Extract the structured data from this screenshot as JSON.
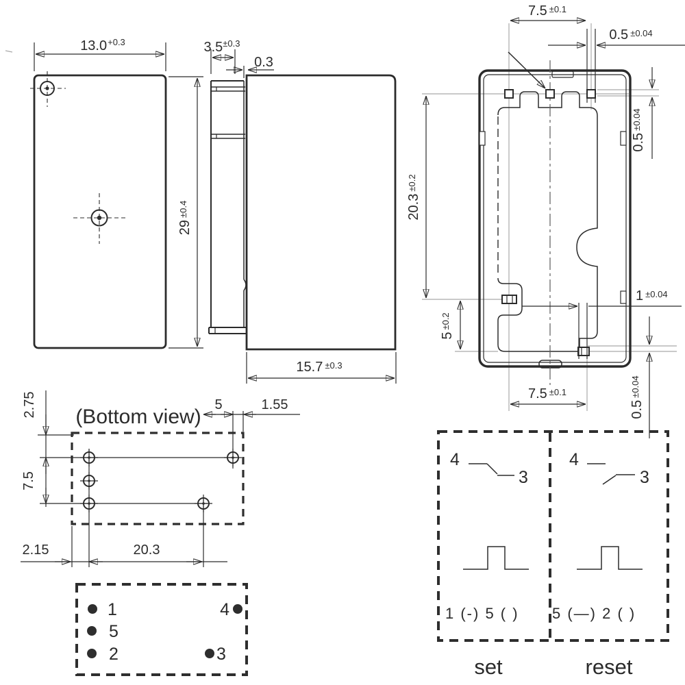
{
  "front_view": {
    "width_main": "13.0",
    "width_tol": "+0.3",
    "height_main": "29",
    "height_tol": "±0.4"
  },
  "side_view": {
    "terminal_main": "3.5",
    "terminal_tol": "±0.3",
    "step": "0.3",
    "depth_main": "15.7",
    "depth_tol": "±0.3"
  },
  "base_view": {
    "top_pitch_main": "7.5",
    "top_pitch_tol": "±0.1",
    "pad_width_main": "0.5",
    "pad_width_tol": "±0.04",
    "upper_right_main": "0.5",
    "upper_right_tol": "±0.04",
    "length_main": "20.3",
    "length_tol": "±0.2",
    "coil_gap_main": "5",
    "coil_gap_tol": "±0.2",
    "pad_right_main": "1",
    "pad_right_tol": "±0.04",
    "bottom_pitch_main": "7.5",
    "bottom_pitch_tol": "±0.1",
    "lower_right_main": "0.5",
    "lower_right_tol": "±0.04"
  },
  "bottom_view": {
    "title": "(Bottom view)",
    "edge_to_row": "2.75",
    "row_pitch": "7.5",
    "pin_offset": "5",
    "edge_right": "1.55",
    "edge_left": "2.15",
    "column_pitch": "20.3"
  },
  "pin_layout": {
    "pin1": "1",
    "pin5": "5",
    "pin2": "2",
    "pin4": "4",
    "pin3": "3"
  },
  "schematic": {
    "set": {
      "pin4": "4",
      "pin3": "3",
      "polarity": "1 (-) 5 (  )",
      "caption": "set"
    },
    "reset": {
      "pin4": "4",
      "pin3": "3",
      "polarity": "5 (—) 2 (  )",
      "caption": "reset"
    }
  }
}
